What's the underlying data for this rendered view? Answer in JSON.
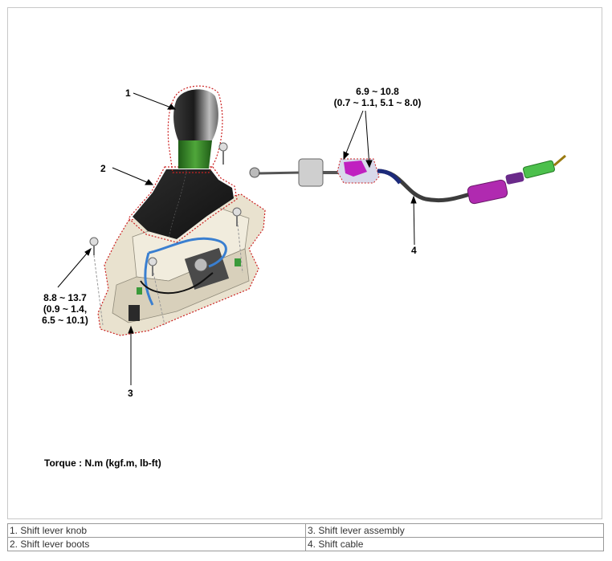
{
  "callouts": {
    "c1": "1",
    "c2": "2",
    "c3": "3",
    "c4": "4"
  },
  "torque_top": {
    "line1": "6.9 ~ 10.8",
    "line2": "(0.7 ~ 1.1, 5.1 ~ 8.0)"
  },
  "torque_left": {
    "line1": "8.8 ~ 13.7",
    "line2": "(0.9 ~ 1.4,",
    "line3": "6.5 ~ 10.1)"
  },
  "torque_units": "Torque : N.m (kgf.m, lb-ft)",
  "legend": {
    "rows": [
      [
        "1. Shift lever knob",
        "3. Shift lever assembly"
      ],
      [
        "2. Shift lever boots",
        "4. Shift cable"
      ]
    ]
  },
  "colors": {
    "outline_dash": "#cc2222",
    "cable_blue": "#3a7fd0",
    "knob_green": "#3a8a2a",
    "bracket_magenta": "#c020c0",
    "boot_black": "#1e1e1e",
    "housing_beige": "#e9e2cf"
  }
}
